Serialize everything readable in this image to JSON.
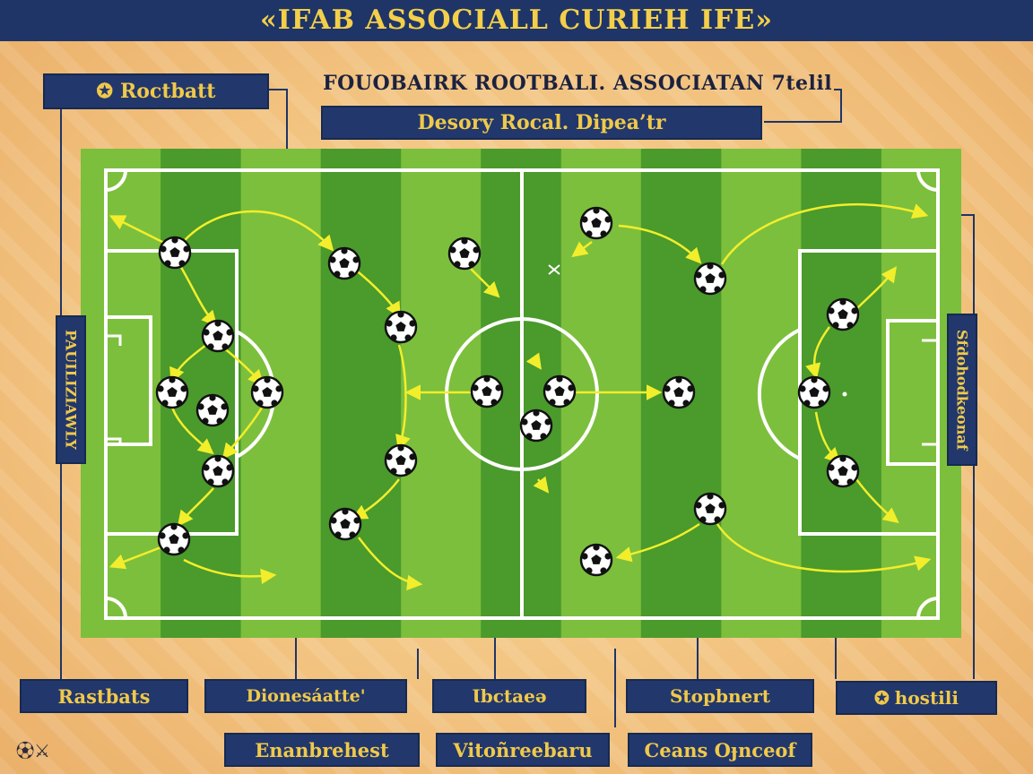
{
  "banner": {
    "title": "«IFAB ASSOCIALL CURIEH IFE»"
  },
  "header": {
    "subtitle": "FOUOBAIRK ROOTBALI. ASSOCIATAN 7telil",
    "box_label": "Desory Rocal. Dipea’tr"
  },
  "labels": {
    "top_left": "Roctbatt",
    "left_vertical": "PAUILIZIAWLY",
    "right_vertical": "Sfdohodkeonaf",
    "bottom_row1": [
      "Rastbats",
      "Dionesáatte'",
      "Ɩbctaeə",
      "Stopbnert",
      "hostili"
    ],
    "bottom_row2": [
      "Enanbrehest",
      "Vitoñreebaru",
      "Ceans Oɟnceof"
    ]
  },
  "icons": {
    "star": "star-icon",
    "ball": "soccer-ball-icon"
  },
  "colors": {
    "navy": "#22376b",
    "gold": "#f0c94a",
    "grass_dark": "#3a8a25",
    "grass_light": "#7cbf3c",
    "arrow": "#f2ee2b"
  }
}
